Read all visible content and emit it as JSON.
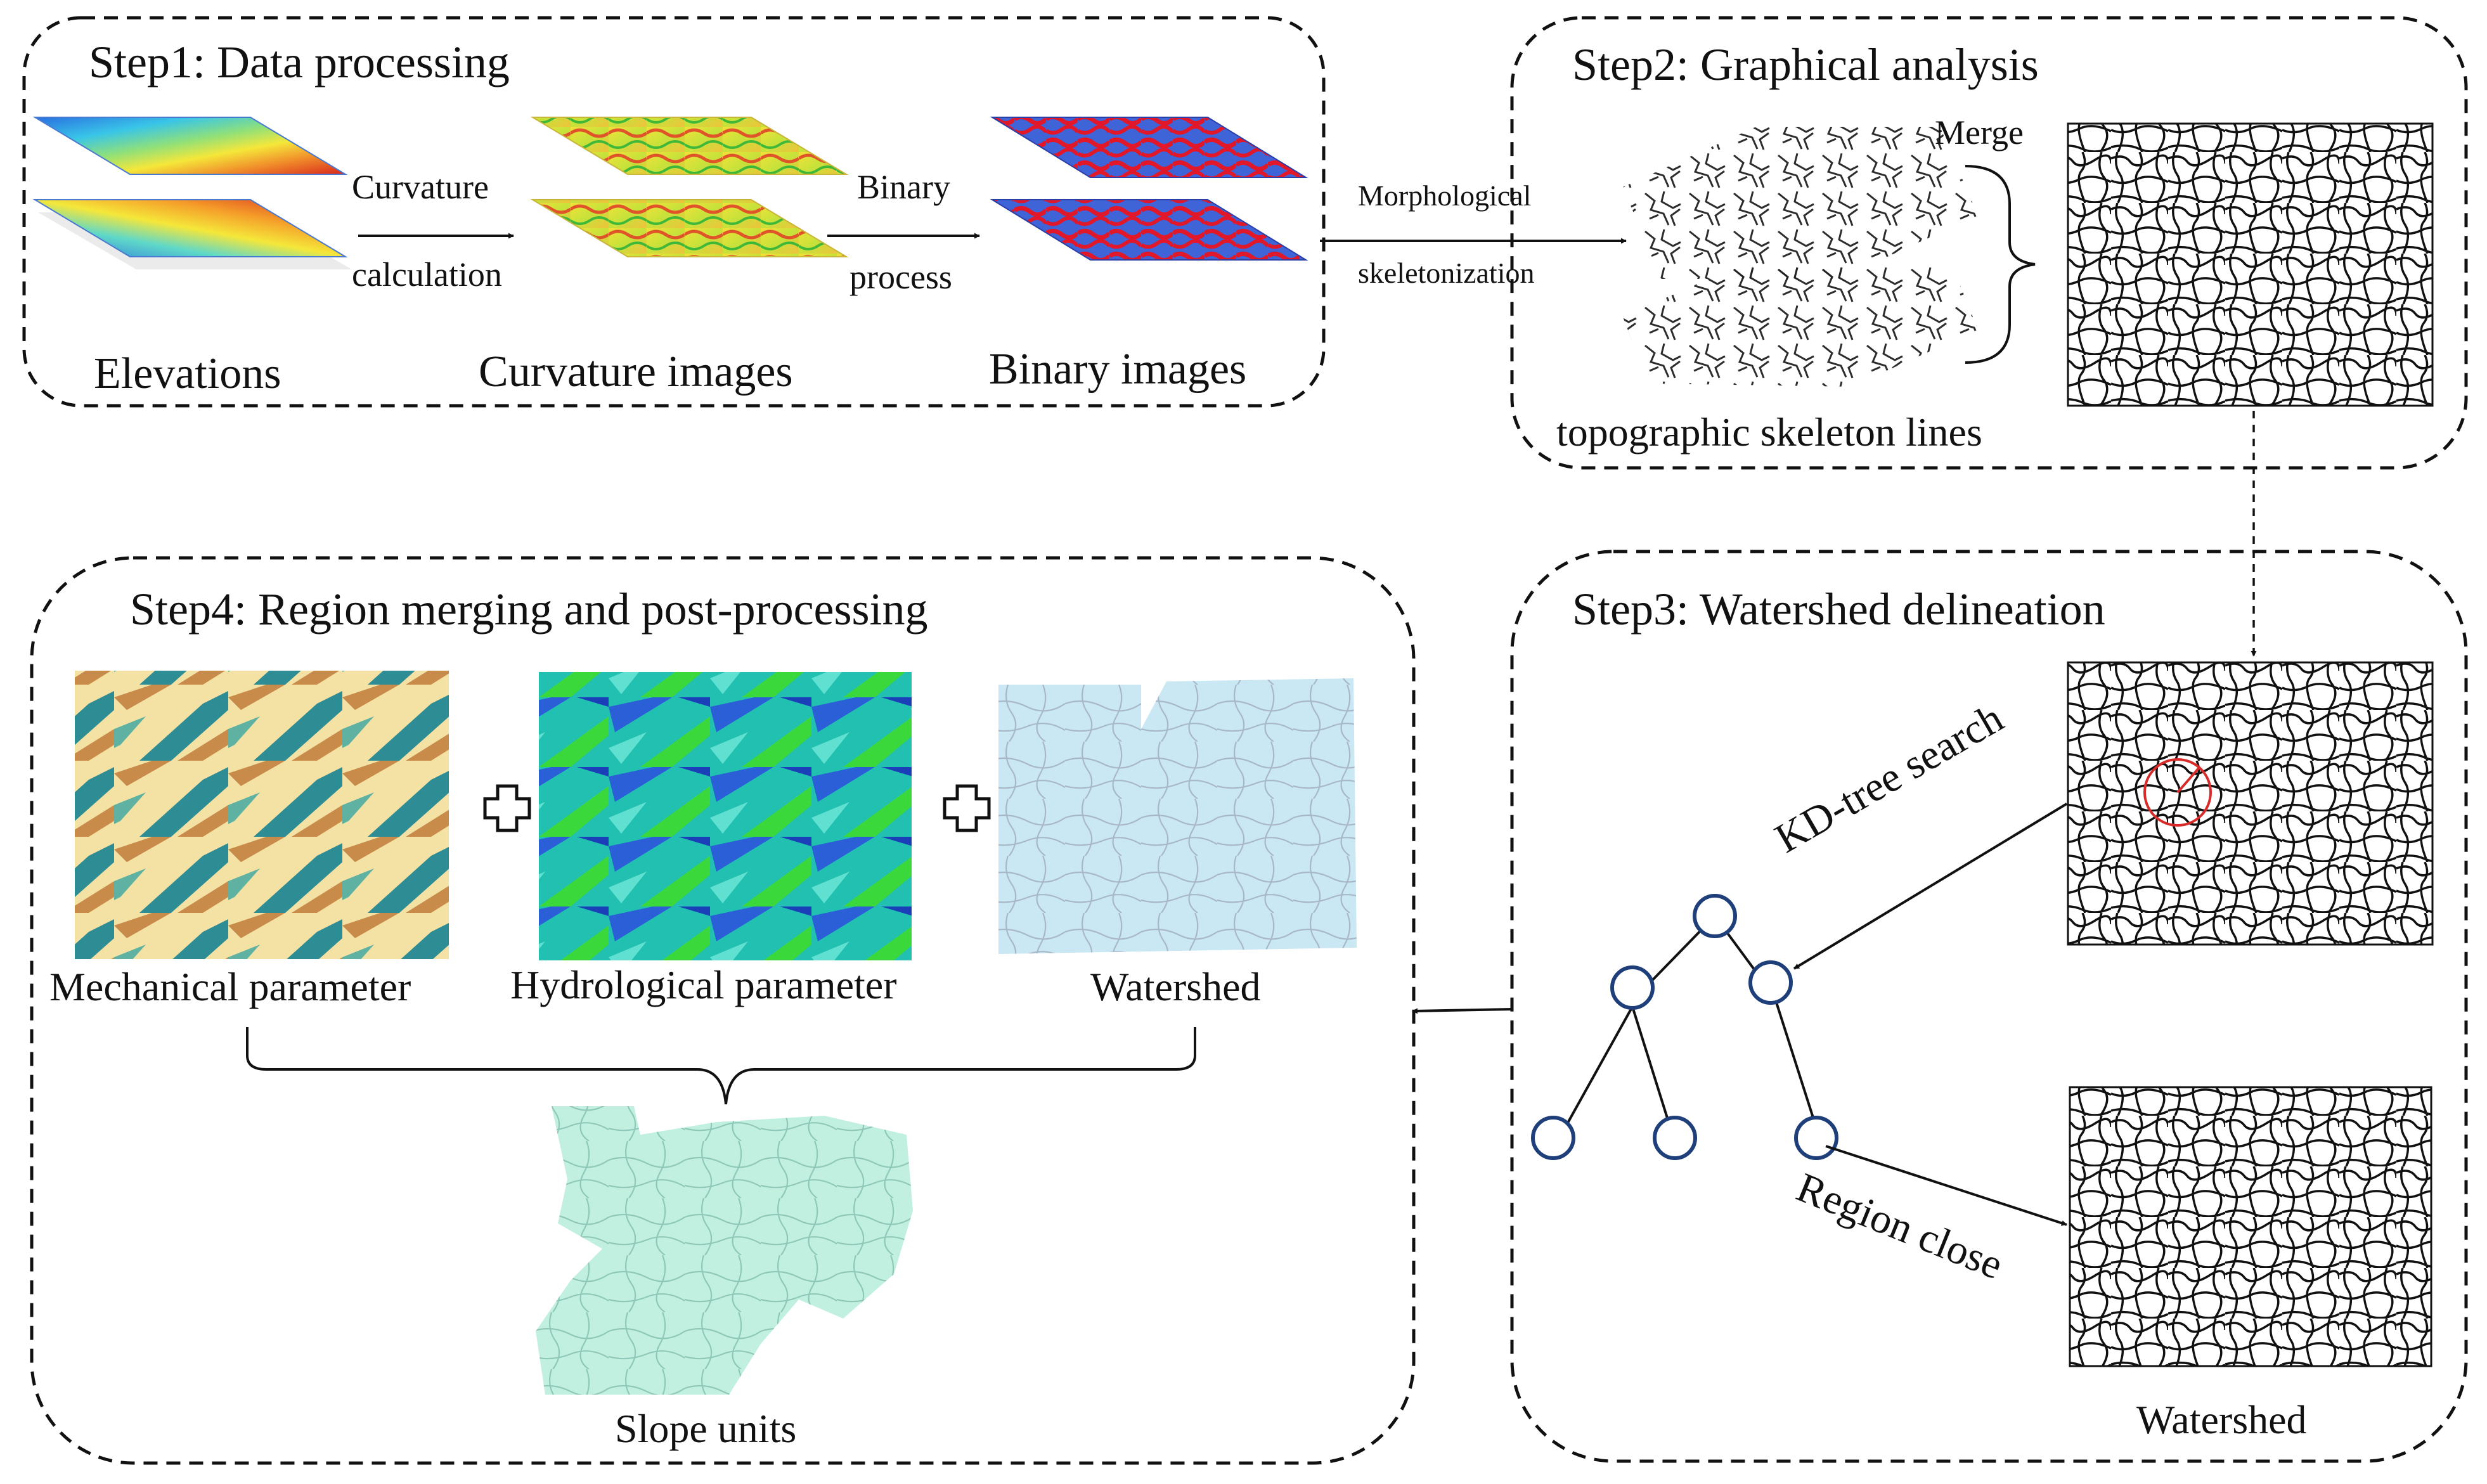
{
  "steps": {
    "step1": "Step1: Data processing",
    "step2": "Step2: Graphical analysis",
    "step3": "Step3: Watershed delineation",
    "step4": "Step4: Region merging and post-processing"
  },
  "step1": {
    "elevations": "Elevations",
    "curvature_images": "Curvature images",
    "binary_images": "Binary images",
    "curvature_top": "Curvature",
    "curvature_bottom": "calculation",
    "binary_top": "Binary",
    "binary_bottom": "process"
  },
  "step2": {
    "morph_top": "Morphological",
    "morph_bottom": "skeletonization",
    "merge": "Merge",
    "skeleton_caption": "topographic skeleton lines"
  },
  "step3": {
    "kd_search": "KD-tree search",
    "region_close": "Region close",
    "watershed_caption": "Watershed"
  },
  "step4": {
    "mechanical": "Mechanical parameter",
    "hydrological": "Hydrological parameter",
    "watershed": "Watershed",
    "slope_units": "Slope units"
  },
  "colors": {
    "elevation_low": "#1f4fd8",
    "elevation_mid": "#f5e73a",
    "elevation_high": "#d8261c",
    "binary_red": "#e0182a",
    "binary_blue": "#3f64d8",
    "tree_node": "#1f3f7a",
    "search_circle": "#d92a2a",
    "watershed_fill": "#c9e8f4",
    "slope_fill": "#c2f0e0"
  }
}
